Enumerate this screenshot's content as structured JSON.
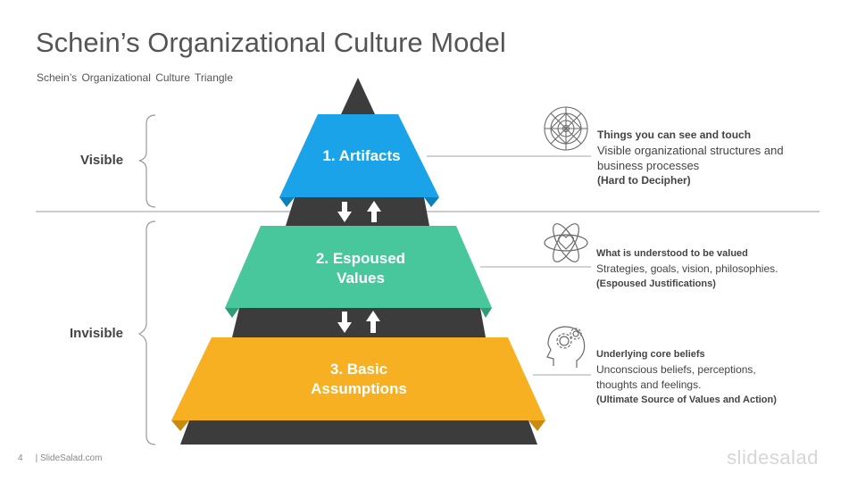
{
  "slide": {
    "title": "Schein’s Organizational Culture Model",
    "subtitle": "Schein’s Organizational Culture Triangle",
    "page_number": "4",
    "footer_text": "| SlideSalad.com",
    "brand": "slidesalad"
  },
  "sides": {
    "visible": "Visible",
    "invisible": "Invisible"
  },
  "levels": [
    {
      "line1": "1. Artifacts",
      "line2": "",
      "color": "#1aa3e8"
    },
    {
      "line1": "2. Espoused",
      "line2": "Values",
      "color": "#47c79b"
    },
    {
      "line1": "3. Basic",
      "line2": "Assumptions",
      "color": "#f7b021"
    }
  ],
  "pyramid_dark": "#3c3c3c",
  "descriptions": [
    {
      "icon": "mandala-icon",
      "heading": "Things you can see and touch",
      "body": "Visible organizational structures and business processes",
      "footer": "(Hard to Decipher)"
    },
    {
      "icon": "atom-heart-icon",
      "heading": "What is understood  to be valued",
      "body": "Strategies, goals,  vision,  philosophies.",
      "footer": "(Espoused  Justifications)"
    },
    {
      "icon": "head-gear-icon",
      "heading": "Underlying  core beliefs",
      "body": "Unconscious  beliefs, perceptions, thoughts  and feelings.",
      "footer": "(Ultimate Source of Values and Action)"
    }
  ]
}
